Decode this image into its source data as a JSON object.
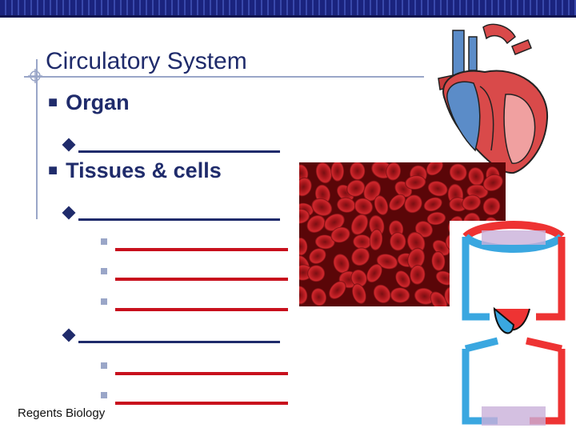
{
  "slide": {
    "title": "Circulatory System",
    "bullets": [
      {
        "label": "Organ"
      },
      {
        "label": "Tissues & cells"
      }
    ],
    "footer": "Regents Biology"
  },
  "icons": [
    "heart-illustration",
    "red-blood-cells-photo",
    "circulation-diagram"
  ],
  "colors": {
    "text": "#1f2b6b",
    "blank_lines": "#c8101d",
    "top_bar": "#1a237e"
  }
}
